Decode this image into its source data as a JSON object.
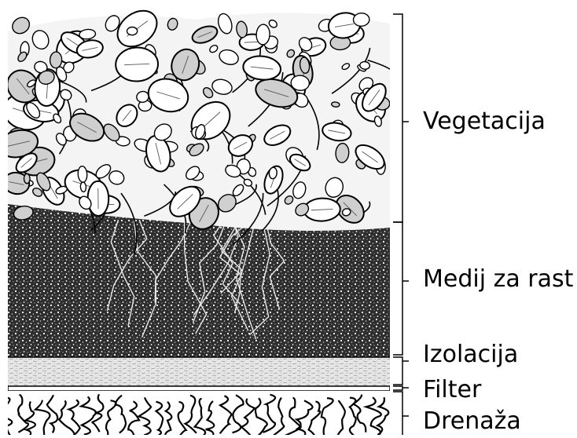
{
  "diagram": {
    "layers": [
      {
        "id": "vegetation",
        "label": "Vegetacija"
      },
      {
        "id": "growing-medium",
        "label": "Medij za rast"
      },
      {
        "id": "insulation",
        "label": "Izolacija"
      },
      {
        "id": "filter",
        "label": "Filter"
      },
      {
        "id": "drainage",
        "label": "Drenaža"
      }
    ],
    "colors": {
      "ink": "#000000",
      "background": "#ffffff",
      "soil": "#3a3a3a",
      "insulation": "#d8d8d8"
    }
  }
}
